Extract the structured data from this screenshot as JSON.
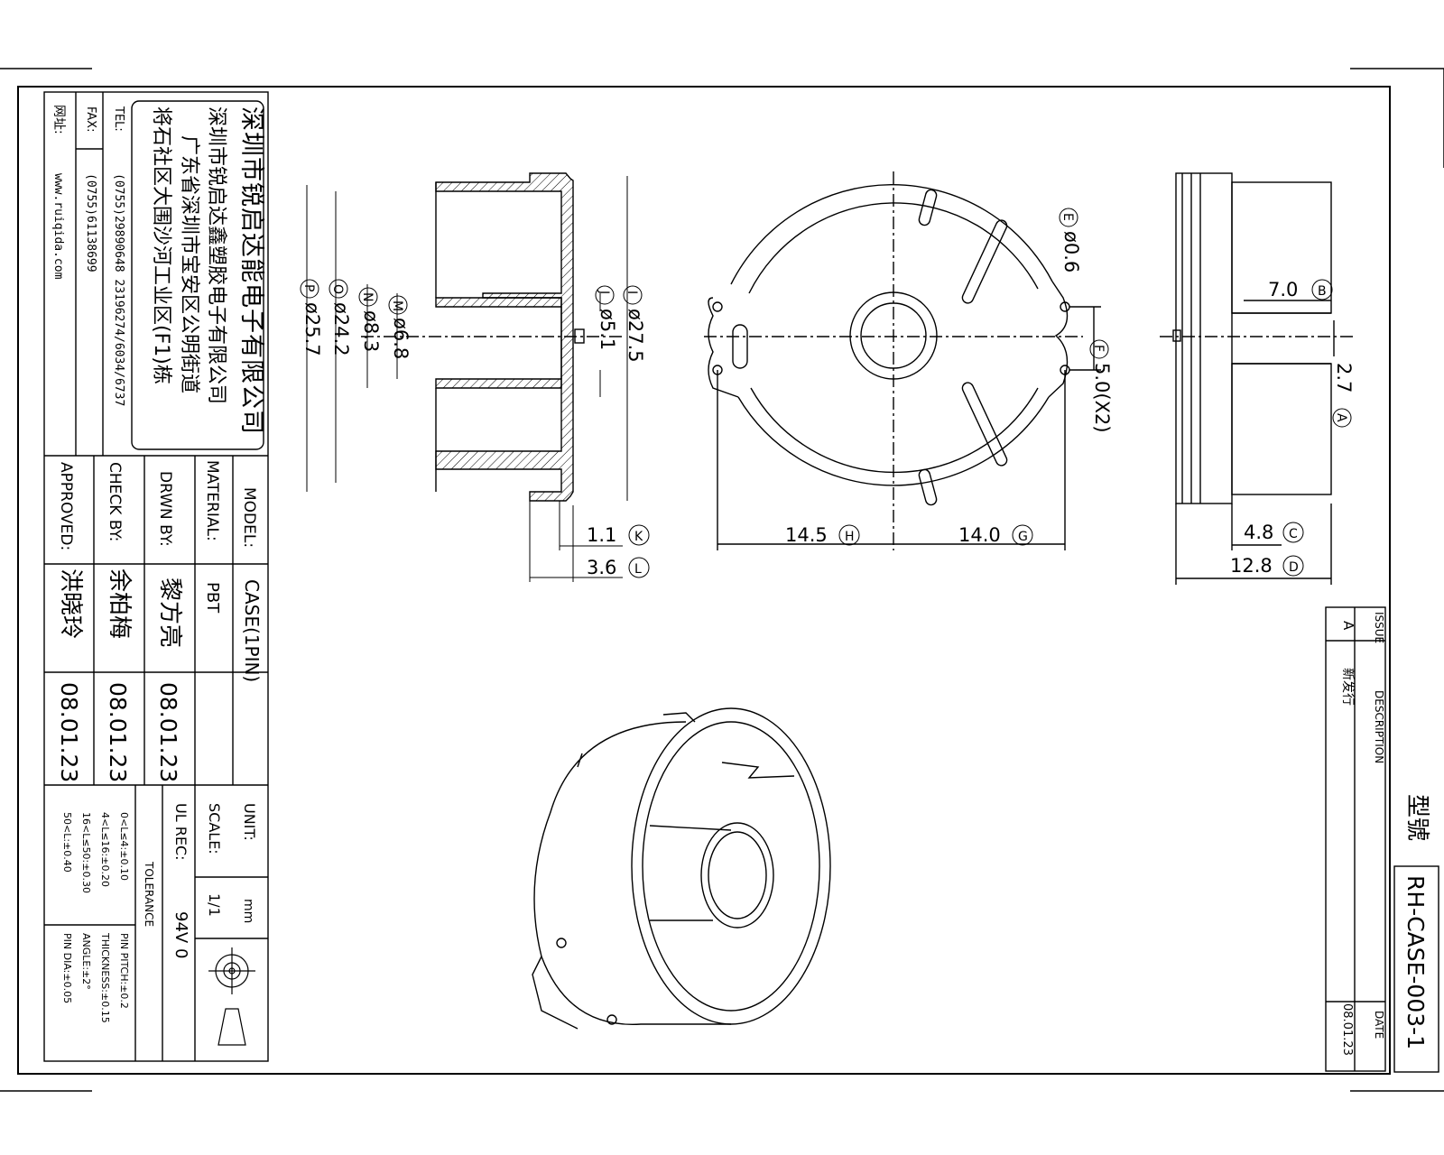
{
  "company": {
    "name_cn": "深圳市锐启达能电子有限公司",
    "name_cn_2": "深圳市锐启达鑫塑胶电子有限公司",
    "address_1": "广东省深圳市宝安区公明街道",
    "address_2": "将石社区大围沙河工业区(F1)栋",
    "tel_label": "TEL:",
    "tel": "(0755)29890648  23196274/6034/6737",
    "fax_label": "FAX:",
    "fax": "(0755)61138699",
    "web_label": "网址:",
    "web": "www.ruiqida.com"
  },
  "title_block": {
    "model_label": "MODEL:",
    "model": "CASE(1PIN)",
    "material_label": "MATERIAL:",
    "material": "PBT",
    "drwn_label": "DRWN BY:",
    "drwn_name": "黎方亮",
    "drwn_date": "08.01.23",
    "check_label": "CHECK BY:",
    "check_name": "余柏梅",
    "check_date": "08.01.23",
    "approved_label": "APPROVED:",
    "approved_name": "洪晓玲",
    "approved_date": "08.01.23",
    "unit_label": "UNIT:",
    "unit": "mm",
    "scale_label": "SCALE:",
    "scale": "1/1",
    "ul_label": "UL REC:",
    "ul": "94V 0",
    "tolerance_label": "TOLERANCE",
    "tol_1": "0<L≤4:±0.10",
    "tol_2": "4<L≤16:±0.20",
    "tol_3": "16<L≤50:±0.30",
    "tol_4": "50<L:±0.40",
    "tol_5": "PIN PITCH:±0.2",
    "tol_6": "THICKNESS:±0.15",
    "tol_7": "ANGLE:±2°",
    "tol_8": "PIN DIA:±0.05"
  },
  "revision": {
    "issue_label": "ISSUE",
    "issue": "A",
    "desc_label": "DESCRIPTION",
    "desc": "新发行",
    "date_label": "DATE",
    "date": "08.01.23"
  },
  "part": {
    "type_label": "型號",
    "part_no": "RH-CASE-003-1"
  },
  "dimensions": {
    "I": "ø27.5",
    "J": "ø5.1",
    "M": "ø6.8",
    "N": "ø8.3",
    "O": "ø24.2",
    "P": "ø25.7",
    "K": "1.1",
    "L": "3.6",
    "E": "ø0.6",
    "F": "5.0(X2)",
    "H": "14.5",
    "G": "14.0",
    "B": "7.0",
    "A": "2.7",
    "C": "4.8",
    "D": "12.8"
  },
  "callouts": {
    "A": "A",
    "B": "B",
    "C": "C",
    "D": "D",
    "E": "E",
    "F": "F",
    "G": "G",
    "H": "H",
    "I": "I",
    "J": "J",
    "K": "K",
    "L": "L",
    "M": "M",
    "N": "N",
    "O": "O",
    "P": "P"
  }
}
